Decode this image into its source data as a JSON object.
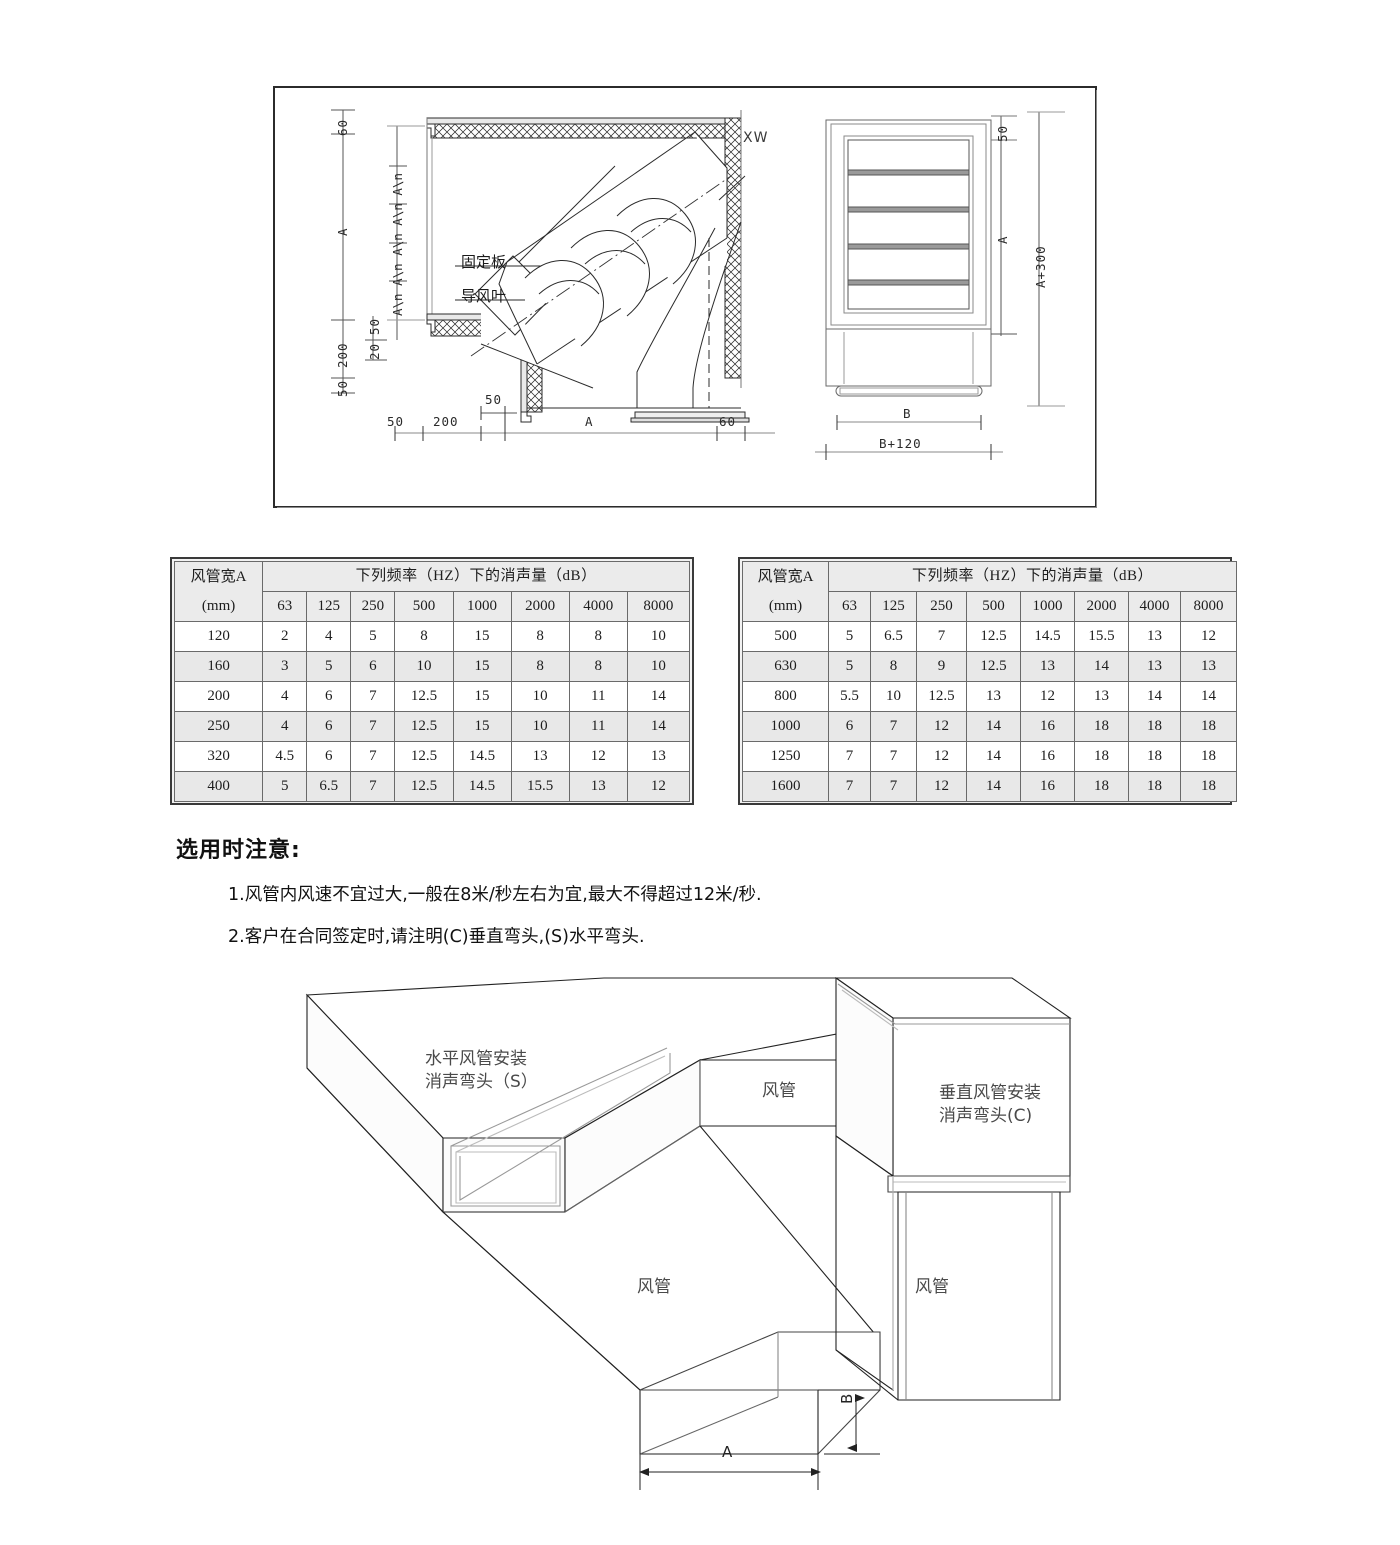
{
  "drawing_top": {
    "section_label": "XW",
    "left_view": {
      "callouts": [
        "固定板",
        "导风叶"
      ],
      "vertical_dims_outer": [
        "60",
        "A",
        "200",
        "50"
      ],
      "vertical_dims_inner_repeat": "A\\n",
      "vertical_dims_inner_count": 5,
      "vertical_dims_small": [
        "20",
        "50"
      ],
      "horizontal_dims": [
        "50",
        "200",
        "50",
        "A",
        "60"
      ]
    },
    "right_view": {
      "vertical_dims": [
        "50",
        "A",
        "A+300"
      ],
      "horizontal_dims": [
        "B",
        "B+120"
      ]
    }
  },
  "tables": {
    "col_header_main": "下列频率（HZ）下的消声量（dB）",
    "col_header_first": "风管宽A",
    "col_header_first_unit": "(mm)",
    "frequencies": [
      "63",
      "125",
      "250",
      "500",
      "1000",
      "2000",
      "4000",
      "8000"
    ],
    "left": {
      "rows": [
        {
          "width": "120",
          "values": [
            "2",
            "4",
            "5",
            "8",
            "15",
            "8",
            "8",
            "10"
          ]
        },
        {
          "width": "160",
          "values": [
            "3",
            "5",
            "6",
            "10",
            "15",
            "8",
            "8",
            "10"
          ]
        },
        {
          "width": "200",
          "values": [
            "4",
            "6",
            "7",
            "12.5",
            "15",
            "10",
            "11",
            "14"
          ]
        },
        {
          "width": "250",
          "values": [
            "4",
            "6",
            "7",
            "12.5",
            "15",
            "10",
            "11",
            "14"
          ]
        },
        {
          "width": "320",
          "values": [
            "4.5",
            "6",
            "7",
            "12.5",
            "14.5",
            "13",
            "12",
            "13"
          ]
        },
        {
          "width": "400",
          "values": [
            "5",
            "6.5",
            "7",
            "12.5",
            "14.5",
            "15.5",
            "13",
            "12"
          ]
        }
      ]
    },
    "right": {
      "rows": [
        {
          "width": "500",
          "values": [
            "5",
            "6.5",
            "7",
            "12.5",
            "14.5",
            "15.5",
            "13",
            "12"
          ]
        },
        {
          "width": "630",
          "values": [
            "5",
            "8",
            "9",
            "12.5",
            "13",
            "14",
            "13",
            "13"
          ]
        },
        {
          "width": "800",
          "values": [
            "5.5",
            "10",
            "12.5",
            "13",
            "12",
            "13",
            "14",
            "14"
          ]
        },
        {
          "width": "1000",
          "values": [
            "6",
            "7",
            "12",
            "14",
            "16",
            "18",
            "18",
            "18"
          ]
        },
        {
          "width": "1250",
          "values": [
            "7",
            "7",
            "12",
            "14",
            "16",
            "18",
            "18",
            "18"
          ]
        },
        {
          "width": "1600",
          "values": [
            "7",
            "7",
            "12",
            "14",
            "16",
            "18",
            "18",
            "18"
          ]
        }
      ]
    }
  },
  "notes": {
    "title": "选用时注意:",
    "items": [
      "1.风管内风速不宜过大,一般在8米/秒左右为宜,最大不得超过12米/秒.",
      "2.客户在合同签定时,请注明(C)垂直弯头,(S)水平弯头."
    ]
  },
  "drawing_bottom": {
    "label_horizontal": "水平风管安装\n消声弯头（S）",
    "label_horizontal_line1": "水平风管安装",
    "label_horizontal_line2": "消声弯头（S）",
    "label_vertical_line1": "垂直风管安装",
    "label_vertical_line2": "消声弯头(C)",
    "duct_label": "风管",
    "duct_labels": [
      "风管",
      "风管",
      "风管"
    ],
    "dim_a": "A",
    "dim_b": "B"
  }
}
